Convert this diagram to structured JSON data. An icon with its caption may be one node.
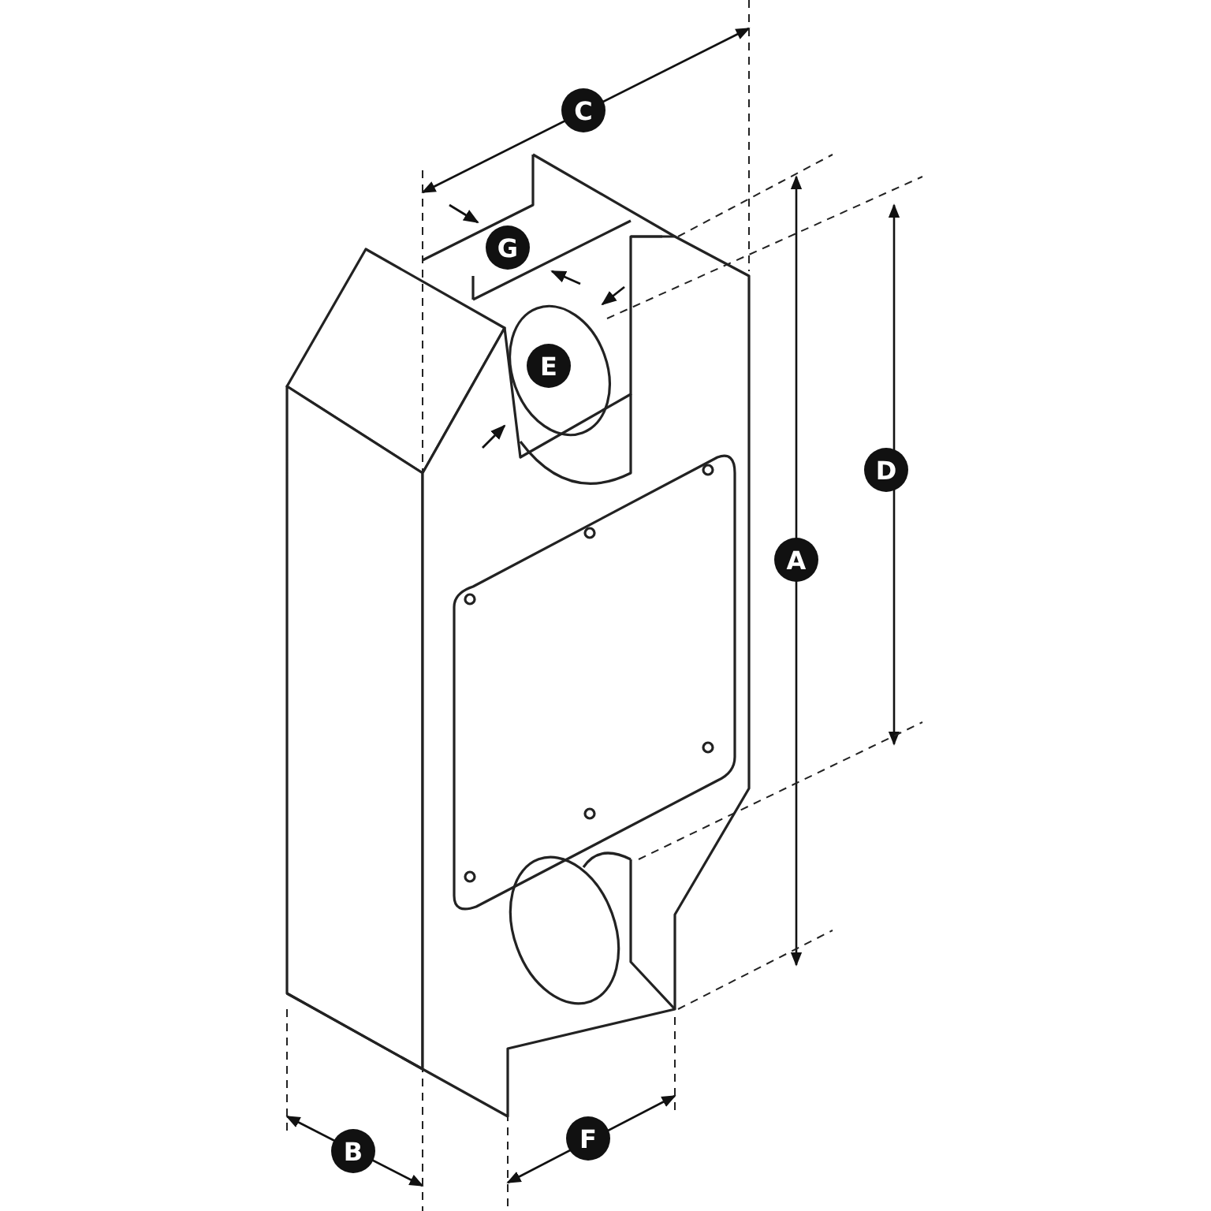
{
  "diagram": {
    "labels": [
      "C",
      "G",
      "E",
      "D",
      "A",
      "B",
      "F"
    ]
  }
}
